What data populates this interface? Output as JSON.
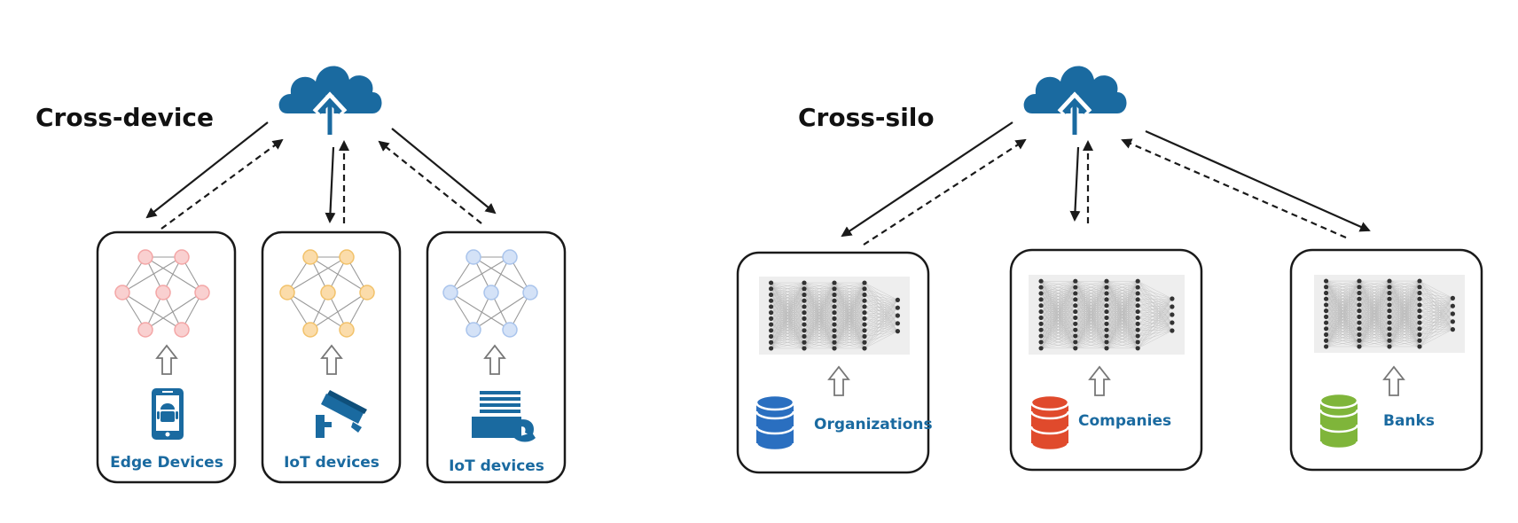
{
  "sections": {
    "cross_device": {
      "title": "Cross-device"
    },
    "cross_silo": {
      "title": "Cross-silo"
    }
  },
  "cards": {
    "edge_devices": {
      "label": "Edge Devices",
      "icon": "smartphone-android-icon",
      "network_color": "#f4a6a6",
      "network_fill": "#f9d0d0"
    },
    "iot_camera": {
      "label": "IoT devices",
      "icon": "security-camera-icon",
      "network_color": "#f2c26a",
      "network_fill": "#fbdcaa"
    },
    "iot_fax": {
      "label": "IoT devices",
      "icon": "fax-machine-icon",
      "network_color": "#a9c4ec",
      "network_fill": "#d4e2f7"
    },
    "organizations": {
      "label": "Organizations",
      "icon": "database-icon",
      "db_color": "#2a6fc0"
    },
    "companies": {
      "label": "Companies",
      "icon": "database-icon",
      "db_color": "#e04a2c"
    },
    "banks": {
      "label": "Banks",
      "icon": "database-icon",
      "db_color": "#7fb53a"
    }
  },
  "colors": {
    "cloud": "#1a6aa0",
    "label_text": "#1a6aa0",
    "border": "#1a1a1a"
  }
}
